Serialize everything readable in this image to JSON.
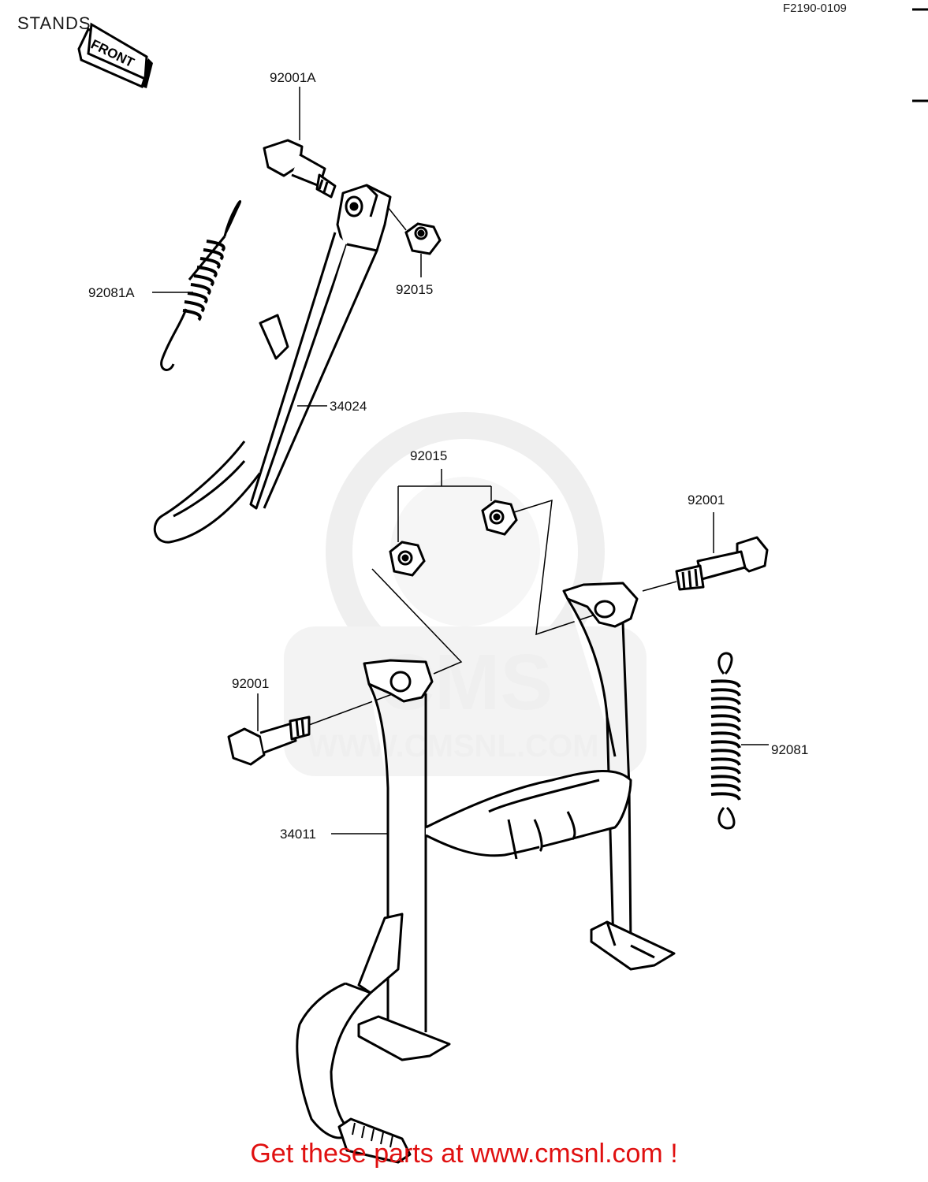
{
  "header": {
    "title": "STANDS",
    "diagram_code": "F2190-0109"
  },
  "direction_tag": "FRONT",
  "watermark": {
    "logo_text": "CMS",
    "url_text": "WWW.CMSNL.COM"
  },
  "callouts": [
    {
      "id": "92001A",
      "label": "92001A"
    },
    {
      "id": "92081A",
      "label": "92081A"
    },
    {
      "id": "92015-side",
      "label": "92015"
    },
    {
      "id": "34024",
      "label": "34024"
    },
    {
      "id": "92015-center",
      "label": "92015"
    },
    {
      "id": "92001-right",
      "label": "92001"
    },
    {
      "id": "92001-left",
      "label": "92001"
    },
    {
      "id": "92081",
      "label": "92081"
    },
    {
      "id": "34011",
      "label": "34011"
    }
  ],
  "footer": {
    "link_text": "Get these parts at www.cmsnl.com !",
    "link_color": "#e01010"
  }
}
